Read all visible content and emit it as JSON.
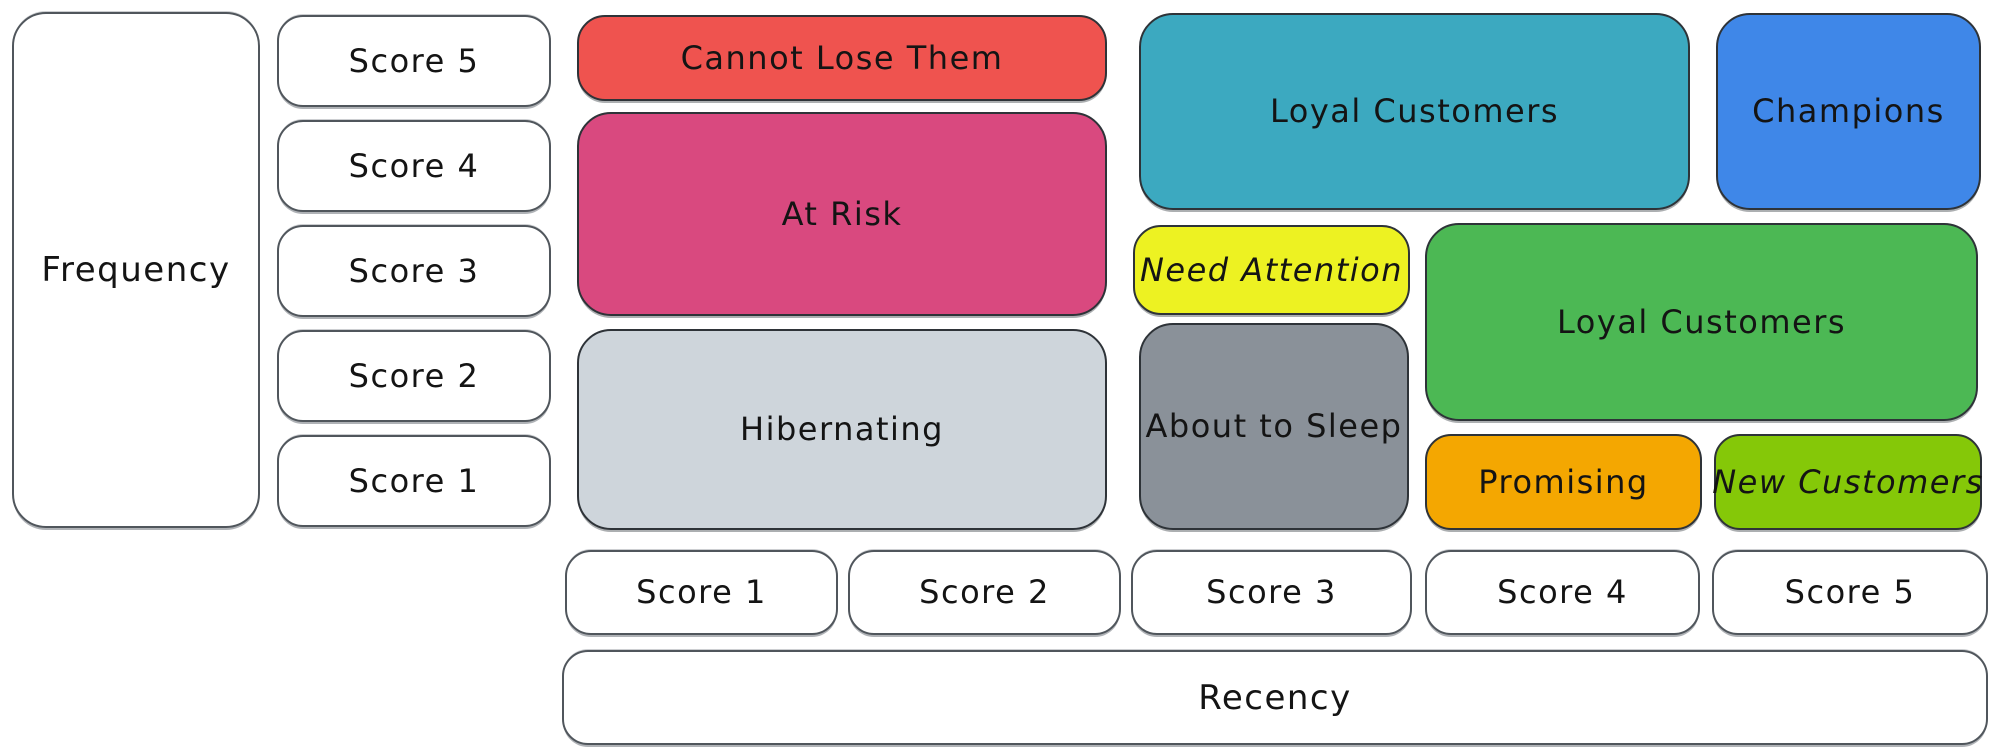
{
  "frequency_axis": {
    "label": "Frequency",
    "scores": [
      "Score 5",
      "Score 4",
      "Score 3",
      "Score 2",
      "Score 1"
    ]
  },
  "recency_axis": {
    "label": "Recency",
    "scores": [
      "Score 1",
      "Score 2",
      "Score 3",
      "Score 4",
      "Score 5"
    ]
  },
  "segments": [
    {
      "label": "Cannot Lose Them",
      "color": "#ef534f",
      "recency": "1-2",
      "frequency": "5"
    },
    {
      "label": "At Risk",
      "color": "#d9497f",
      "recency": "1-2",
      "frequency": "3-4"
    },
    {
      "label": "Hibernating",
      "color": "#ced5db",
      "recency": "1-2",
      "frequency": "1-2"
    },
    {
      "label": "Loyal Customers",
      "color": "#3ca9c0",
      "recency": "3-4",
      "frequency": "4-5"
    },
    {
      "label": "Champions",
      "color": "#3f87e8",
      "recency": "5",
      "frequency": "4-5"
    },
    {
      "label": "Need Attention",
      "color": "#edf222",
      "recency": "3",
      "frequency": "3"
    },
    {
      "label": "About to Sleep",
      "color": "#8a9199",
      "recency": "3",
      "frequency": "1-2"
    },
    {
      "label": "Loyal Customers",
      "color": "#4cb854",
      "recency": "4-5",
      "frequency": "2-3"
    },
    {
      "label": "Promising",
      "color": "#f4a701",
      "recency": "4",
      "frequency": "1"
    },
    {
      "label": "New Customers",
      "color": "#85c808",
      "recency": "5",
      "frequency": "1"
    }
  ]
}
